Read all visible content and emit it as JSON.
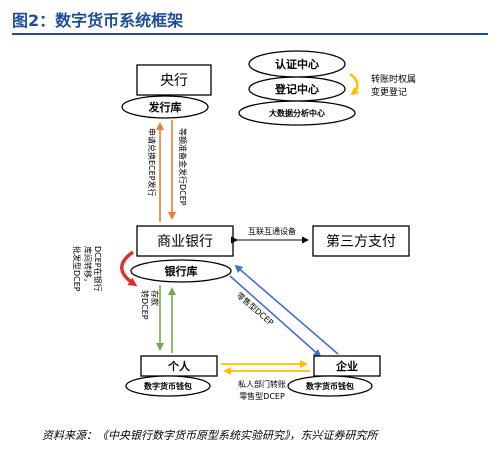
{
  "title": "图2：数字货币系统框架",
  "nodes": {
    "central_bank": "央行",
    "issuing_vault": "发行库",
    "auth_center": "认证中心",
    "registry_center": "登记中心",
    "bigdata_center": "大数据分析中心",
    "commercial_bank": "商业银行",
    "bank_vault": "银行库",
    "third_party_pay": "第三方支付",
    "individual": "个人",
    "individual_wallet": "数字货币钱包",
    "enterprise": "企业",
    "enterprise_wallet": "数字货币钱包"
  },
  "labels": {
    "ownership_line1": "转账时权属",
    "ownership_line2": "变更登记",
    "apply_exchange": "申请兑换ECEP发行",
    "reserve_issue": "等额准备金发行DCEP",
    "interconnect": "互联互通设备",
    "vault_transfer_1": "DCEP在银行",
    "vault_transfer_2": "库间转移，",
    "vault_transfer_3": "批发型DCEP",
    "deposit_1": "存款",
    "deposit_2": "转DCEP",
    "retail_dcep": "零售型DCEP",
    "private_transfer_1": "私人部门转账",
    "private_transfer_2": "零售型DCEP"
  },
  "colors": {
    "title": "#1f4e96",
    "orange_arrow": "#ed7d31",
    "green_arrow": "#70ad47",
    "blue_arrow": "#4472c4",
    "yellow_arrow": "#ffc000",
    "red_arrow": "#e0302a"
  },
  "source": "资料来源：《中央银行数字货币原型系统实验研究》，东兴证券研究所"
}
